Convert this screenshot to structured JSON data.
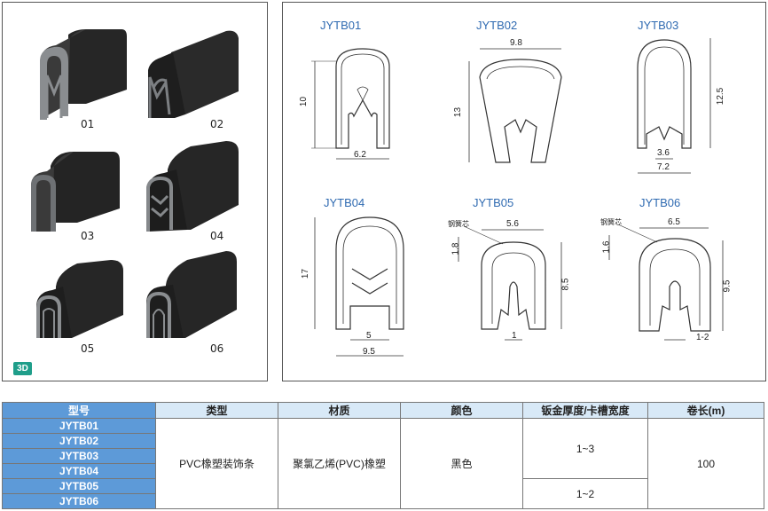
{
  "photos": {
    "items": [
      {
        "id": "01"
      },
      {
        "id": "02"
      },
      {
        "id": "03"
      },
      {
        "id": "04"
      },
      {
        "id": "05"
      },
      {
        "id": "06"
      }
    ],
    "badge": "3D"
  },
  "drawings": [
    {
      "title": "JYTB01",
      "dims": [
        "10",
        "6.2"
      ]
    },
    {
      "title": "JYTB02",
      "dims": [
        "9.8",
        "13"
      ]
    },
    {
      "title": "JYTB03",
      "dims": [
        "12.5",
        "3.6",
        "7.2"
      ]
    },
    {
      "title": "JYTB04",
      "dims": [
        "17",
        "5",
        "9.5"
      ]
    },
    {
      "title": "JYTB05",
      "label": "钢簧芯",
      "dims": [
        "5.6",
        "1.8",
        "8.5",
        "1"
      ]
    },
    {
      "title": "JYTB06",
      "label": "钢簧芯",
      "dims": [
        "6.5",
        "1.6",
        "9.5",
        "1-2"
      ]
    }
  ],
  "table": {
    "headers": [
      "型号",
      "类型",
      "材质",
      "颜色",
      "钣金厚度/卡槽宽度",
      "卷长(m)"
    ],
    "models": [
      "JYTB01",
      "JYTB02",
      "JYTB03",
      "JYTB04",
      "JYTB05",
      "JYTB06"
    ],
    "type": "PVC橡塑装饰条",
    "material": "聚氯乙烯(PVC)橡塑",
    "color": "黑色",
    "thickness_a": "1~3",
    "thickness_b": "1~2",
    "roll_length": "100"
  }
}
